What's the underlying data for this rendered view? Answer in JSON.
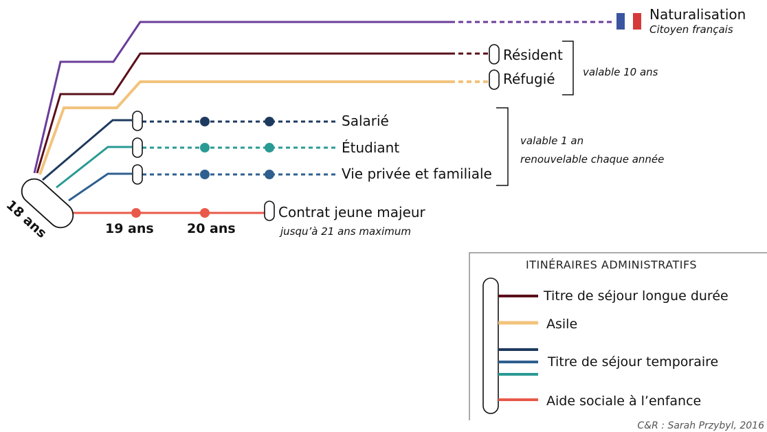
{
  "colors": {
    "naturalisation": "#6b3d9a",
    "long_term": "#5a0f1a",
    "asylum": "#f2c37c",
    "temp_dark": "#1e3a5f",
    "temp_teal": "#2a9a94",
    "temp_blue": "#2f5f8f",
    "child_aid": "#e8594a",
    "flag_blue": "#3b55a0",
    "flag_red": "#d43a3a"
  },
  "start": {
    "label": "18 ans"
  },
  "naturalisation": {
    "title": "Naturalisation",
    "subtitle": "Citoyen français",
    "icon": "french-flag-icon"
  },
  "long_term": {
    "resident": "Résident",
    "refugee": "Réfugié",
    "validity": "valable 10 ans"
  },
  "temporary": {
    "items": [
      "Salarié",
      "Étudiant",
      "Vie privée et familiale"
    ],
    "validity_line1": "valable 1 an",
    "validity_line2": "renouvelable chaque année"
  },
  "child_aid": {
    "milestones": [
      "19 ans",
      "20 ans"
    ],
    "title": "Contrat jeune majeur",
    "subtitle": "jusqu’à 21 ans maximum"
  },
  "legend": {
    "title": "ITINÉRAIRES ADMINISTRATIFS",
    "items": [
      "Titre de séjour longue durée",
      "Asile",
      "Titre de séjour temporaire",
      "Aide sociale à l’enfance"
    ]
  },
  "credit": "C&R : Sarah Przybyl, 2016"
}
